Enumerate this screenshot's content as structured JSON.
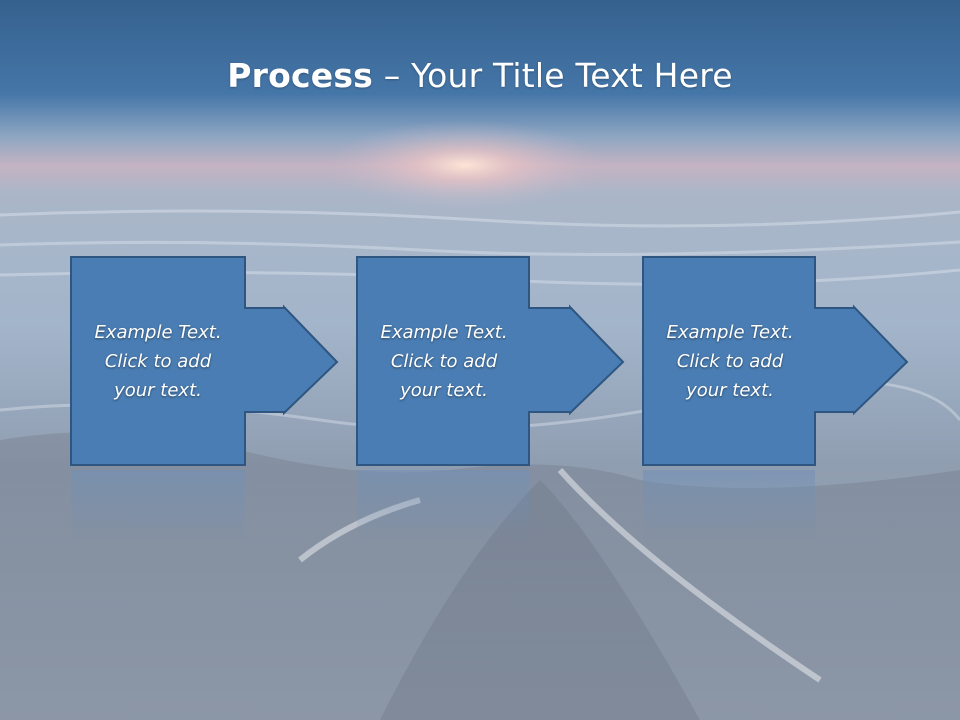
{
  "slide": {
    "title_bold": "Process",
    "title_rest": " – Your Title Text Here",
    "steps": [
      {
        "text": "Example Text.\nClick  to add\nyour text."
      },
      {
        "text": "Example Text.\nClick  to add\nyour text."
      },
      {
        "text": "Example Text.\nClick  to add\nyour text."
      }
    ]
  },
  "colors": {
    "title_bar": "#3f6f9e",
    "box_fill": "#4a7db3",
    "box_stroke": "#2e5680",
    "background_haze": "#a7b4c6"
  }
}
